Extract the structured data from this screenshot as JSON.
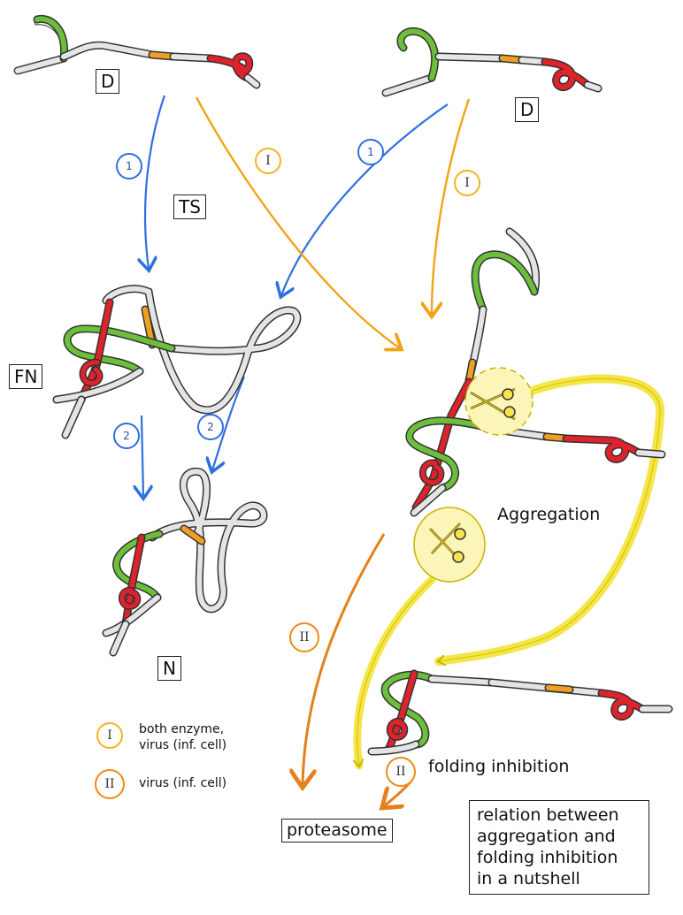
{
  "labels": {
    "d_left": "D",
    "d_right": "D",
    "ts": "TS",
    "fn": "FN",
    "n": "N",
    "aggregation": "Aggregation",
    "folding_inhibition": "folding inhibition",
    "proteasome": "proteasome"
  },
  "markers": {
    "path1": "1",
    "path2": "2",
    "route_I": "I",
    "route_II": "II"
  },
  "legend": {
    "I_text_line1": "both enzyme,",
    "I_text_line2": "virus (inf. cell)",
    "II_text": "virus (inf. cell)"
  },
  "note": {
    "line1": "relation between",
    "line2": "aggregation and",
    "line3": "folding inhibition",
    "line4": "in a nutshell"
  },
  "colors": {
    "path1_blue": "#2f6fe0",
    "route_I_gold": "#f2b424",
    "route_II_orange": "#ee8a19",
    "protease_yellow": "#f4e64a",
    "segment_green": "#6cbf3a",
    "segment_red": "#e0232b",
    "segment_orange": "#f0a020"
  },
  "icons": [
    "scissors-icon",
    "scissors-icon"
  ]
}
